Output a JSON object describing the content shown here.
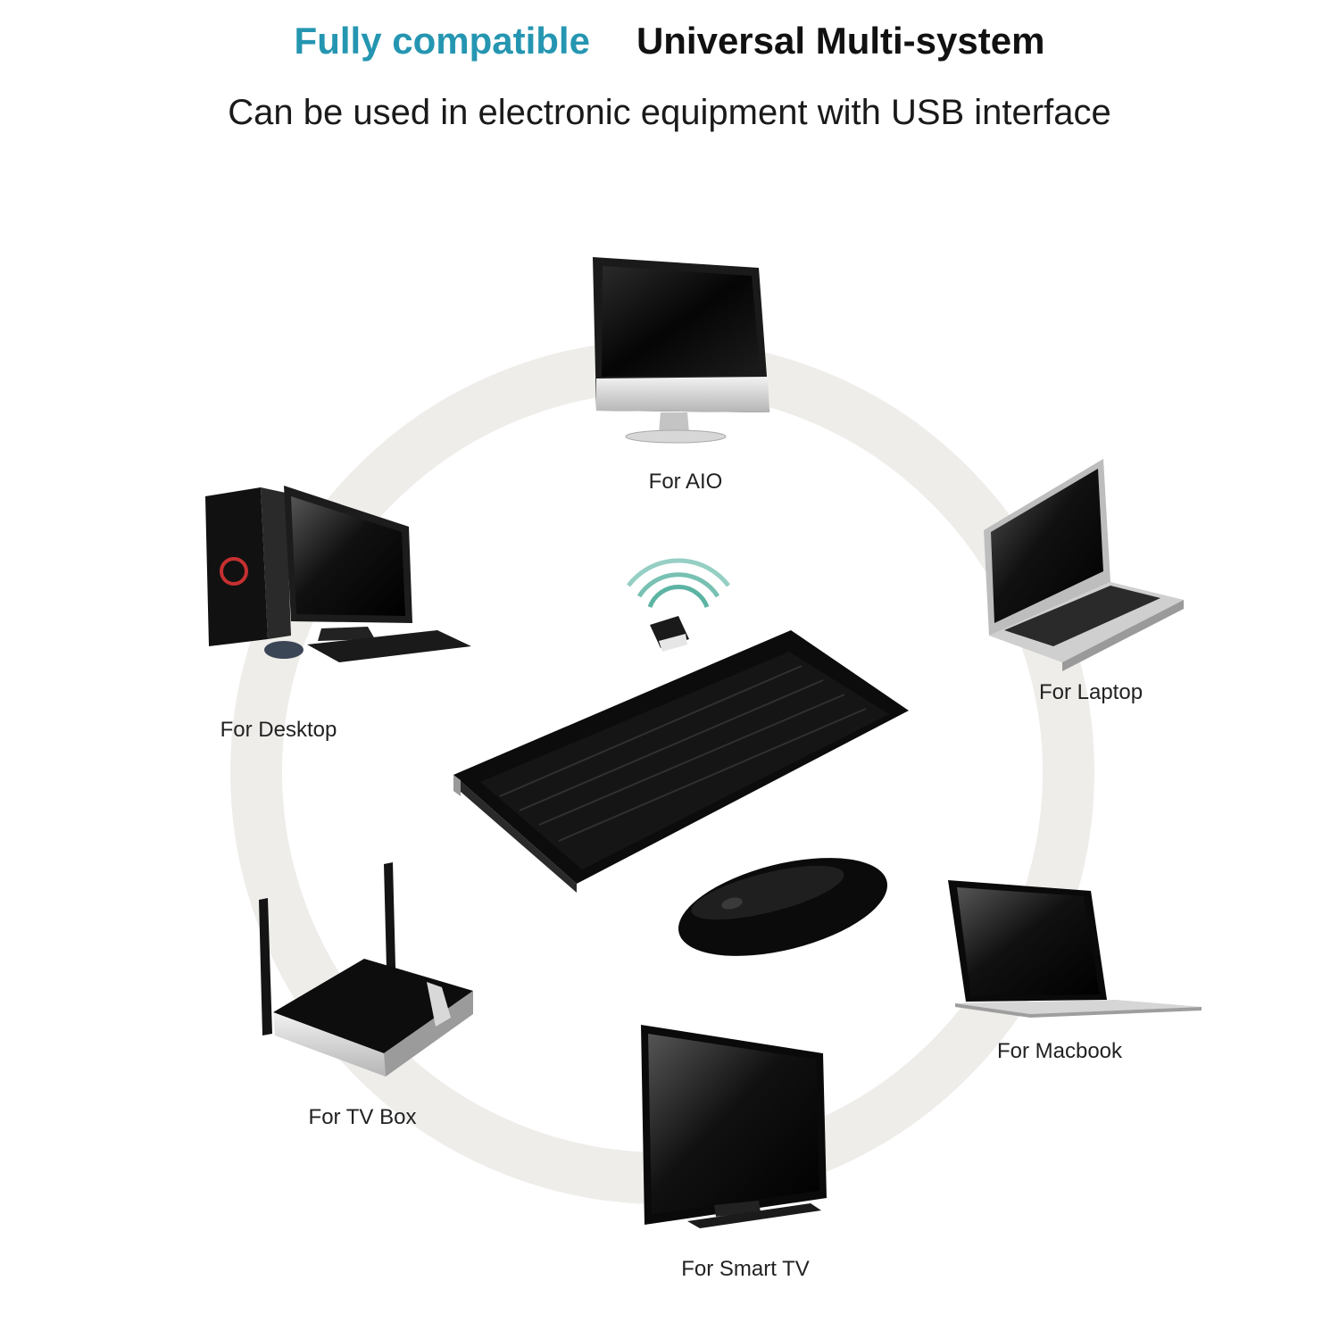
{
  "header": {
    "accent_text": "Fully compatible",
    "title": "Universal Multi-system",
    "subtitle": "Can be used in electronic equipment with USB interface"
  },
  "devices": [
    {
      "label": "For AIO",
      "icon": "aio-computer-icon"
    },
    {
      "label": "For Laptop",
      "icon": "laptop-icon"
    },
    {
      "label": "For Macbook",
      "icon": "macbook-icon"
    },
    {
      "label": "For Smart TV",
      "icon": "smart-tv-icon"
    },
    {
      "label": "For TV Box",
      "icon": "tv-box-icon"
    },
    {
      "label": "For Desktop",
      "icon": "desktop-computer-icon"
    }
  ],
  "center_products": [
    "usb-receiver-icon",
    "wireless-keyboard-icon",
    "wireless-mouse-icon"
  ],
  "colors": {
    "accent": "#2596b1",
    "ring": "#efedea",
    "signal": "#3fa793",
    "device_black": "#0c0c0c",
    "silver": "#c9c9c9"
  }
}
